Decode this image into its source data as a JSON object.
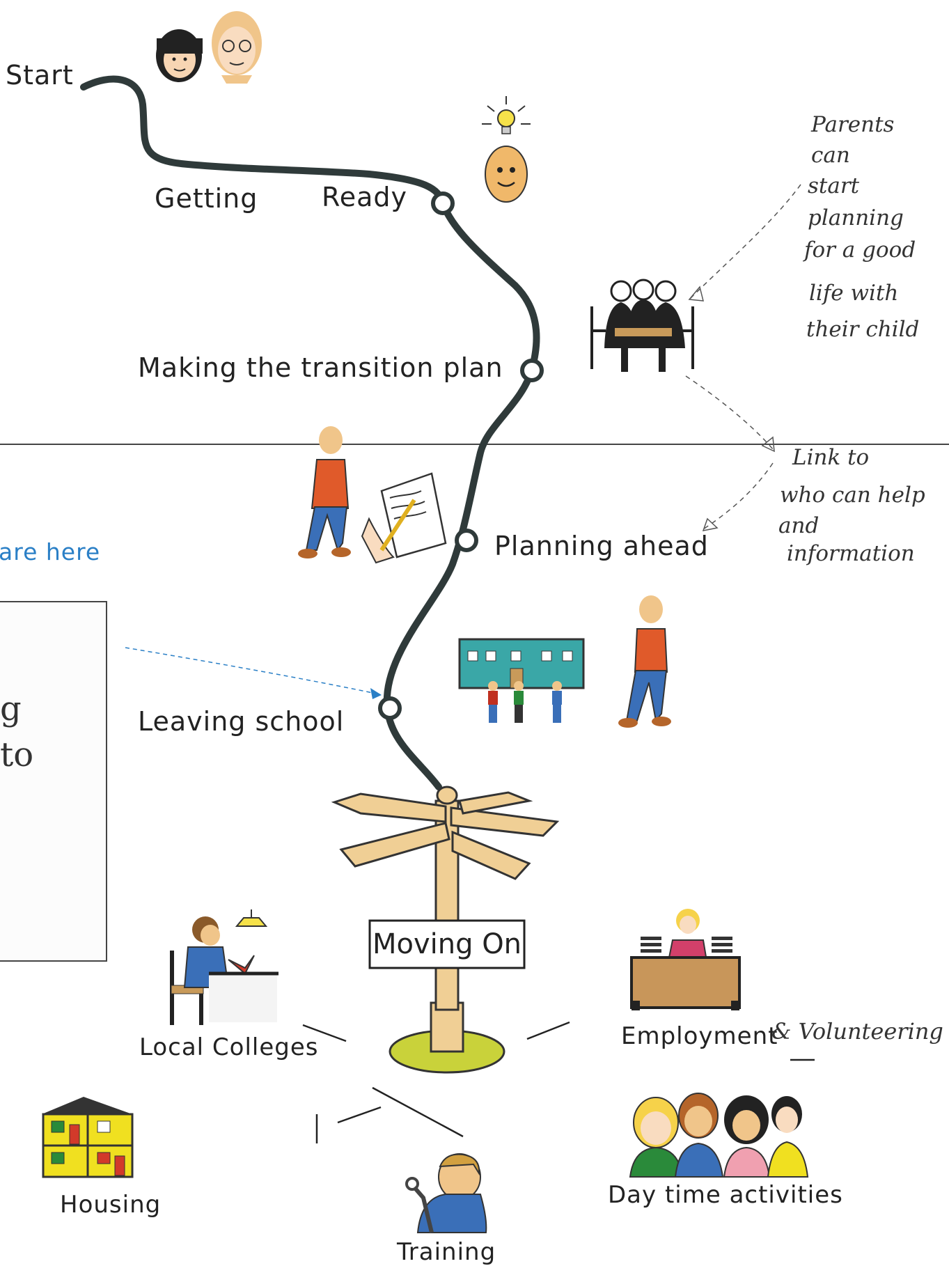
{
  "labels": {
    "start": "Start",
    "getting": "Getting",
    "ready": "Ready",
    "transition_plan": "Making the transition plan",
    "planning_ahead": "Planning ahead",
    "leaving_school": "Leaving school",
    "moving_on": "Moving On",
    "local_colleges": "Local Colleges",
    "employment": "Employment",
    "volunteering": "& Volunteering",
    "housing": "Housing",
    "training": "Training",
    "day_time": "Day time activities",
    "you_are_here": "are here"
  },
  "notes": {
    "parents": [
      "Parents",
      "can",
      "start",
      "planning",
      "for a good",
      "life with",
      "their child"
    ],
    "link": [
      "Link to",
      "who can help",
      "and",
      "information"
    ]
  },
  "side_box": [
    "g",
    "to"
  ],
  "colors": {
    "road": "#2f3a3a",
    "accent_blue": "#2a7fc6",
    "sign_wood": "#f0cf95",
    "grass": "#c9d23a",
    "school_teal": "#3aa7a7"
  }
}
